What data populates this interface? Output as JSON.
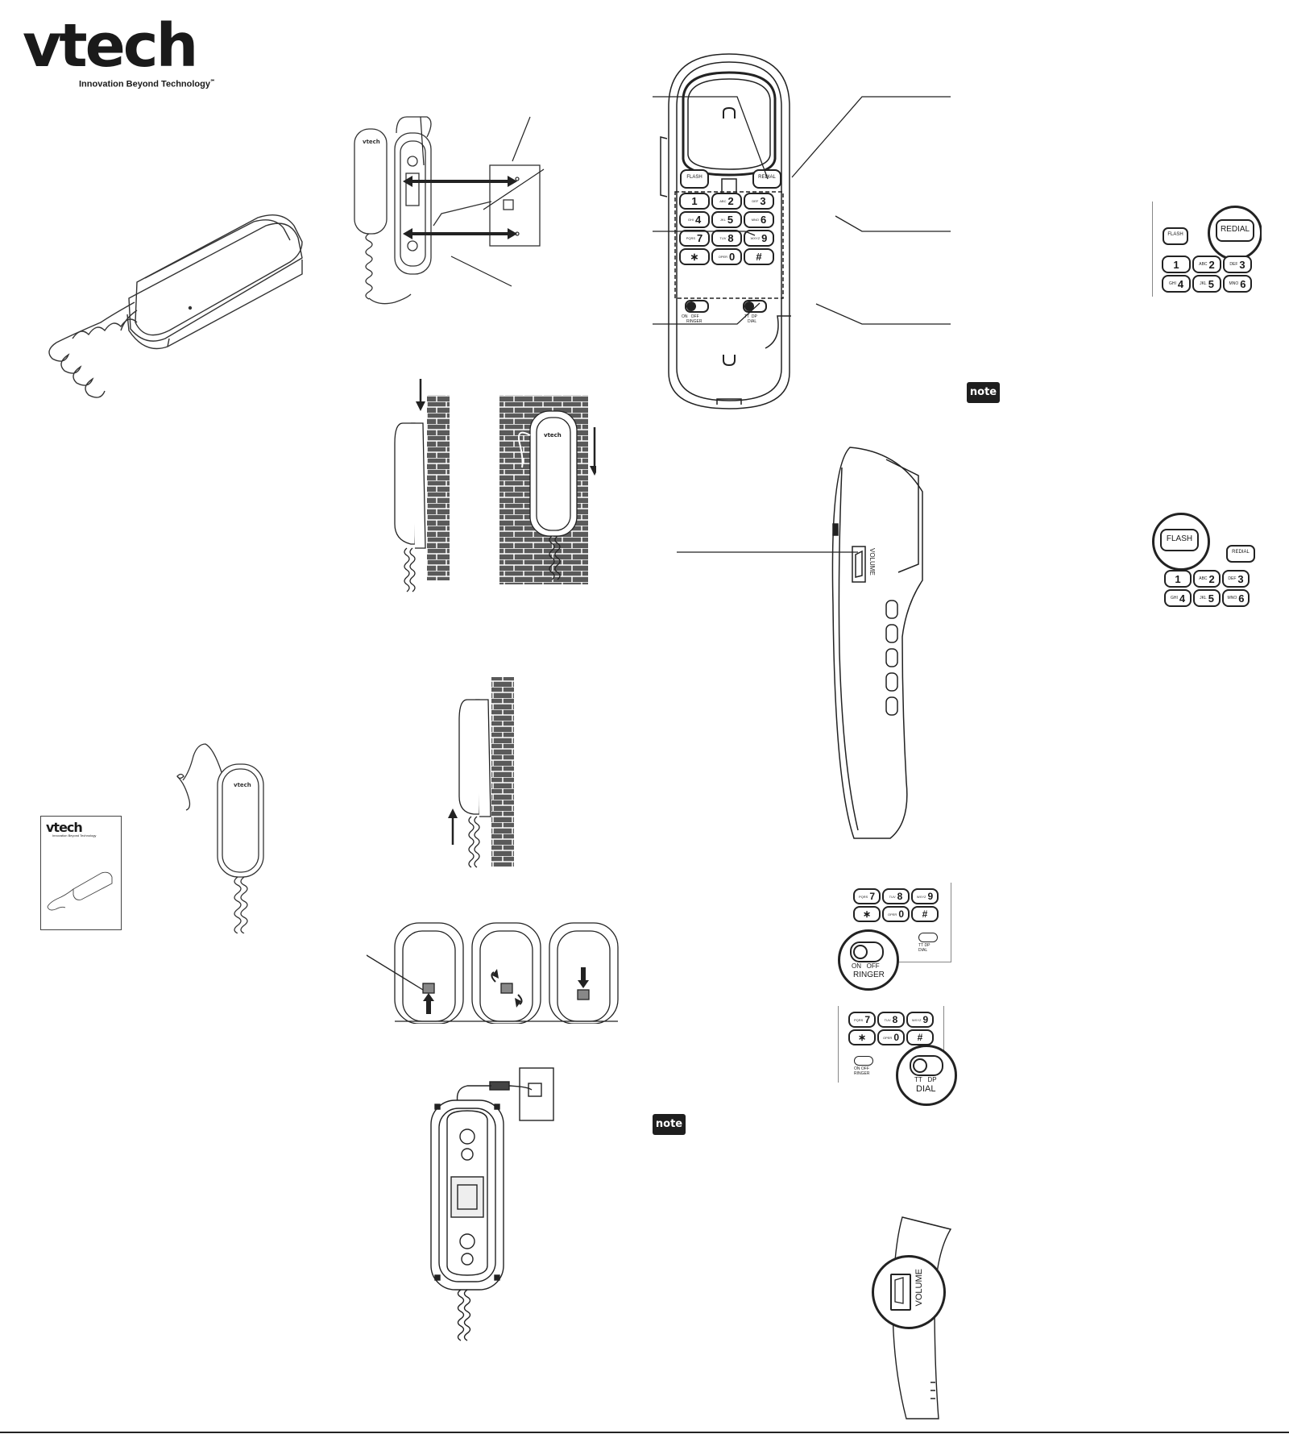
{
  "brand": {
    "logo": "vtech",
    "tagline": "Innovation Beyond Technology",
    "tagline_mark": "℠"
  },
  "keypad": {
    "flash_label": "FLASH",
    "redial_label": "REDIAL",
    "keys": [
      {
        "digit": "1",
        "letters": ""
      },
      {
        "digit": "2",
        "letters": "ABC"
      },
      {
        "digit": "3",
        "letters": "DEF"
      },
      {
        "digit": "4",
        "letters": "GHI"
      },
      {
        "digit": "5",
        "letters": "JKL"
      },
      {
        "digit": "6",
        "letters": "MNO"
      },
      {
        "digit": "7",
        "letters": "PQRS"
      },
      {
        "digit": "8",
        "letters": "TUV"
      },
      {
        "digit": "9",
        "letters": "WXYZ"
      },
      {
        "digit": "∗",
        "letters": ""
      },
      {
        "digit": "0",
        "letters": "OPER"
      },
      {
        "digit": "#",
        "letters": ""
      }
    ]
  },
  "ringer_switch": {
    "on": "ON",
    "off": "OFF",
    "label": "RINGER"
  },
  "dial_switch": {
    "tt": "TT",
    "dp": "DP",
    "label": "DIAL"
  },
  "volume_label": "VOLUME",
  "note_badge": "note",
  "manual_cover_logo": "vtech",
  "manual_cover_tagline": "Innovation Beyond Technology"
}
